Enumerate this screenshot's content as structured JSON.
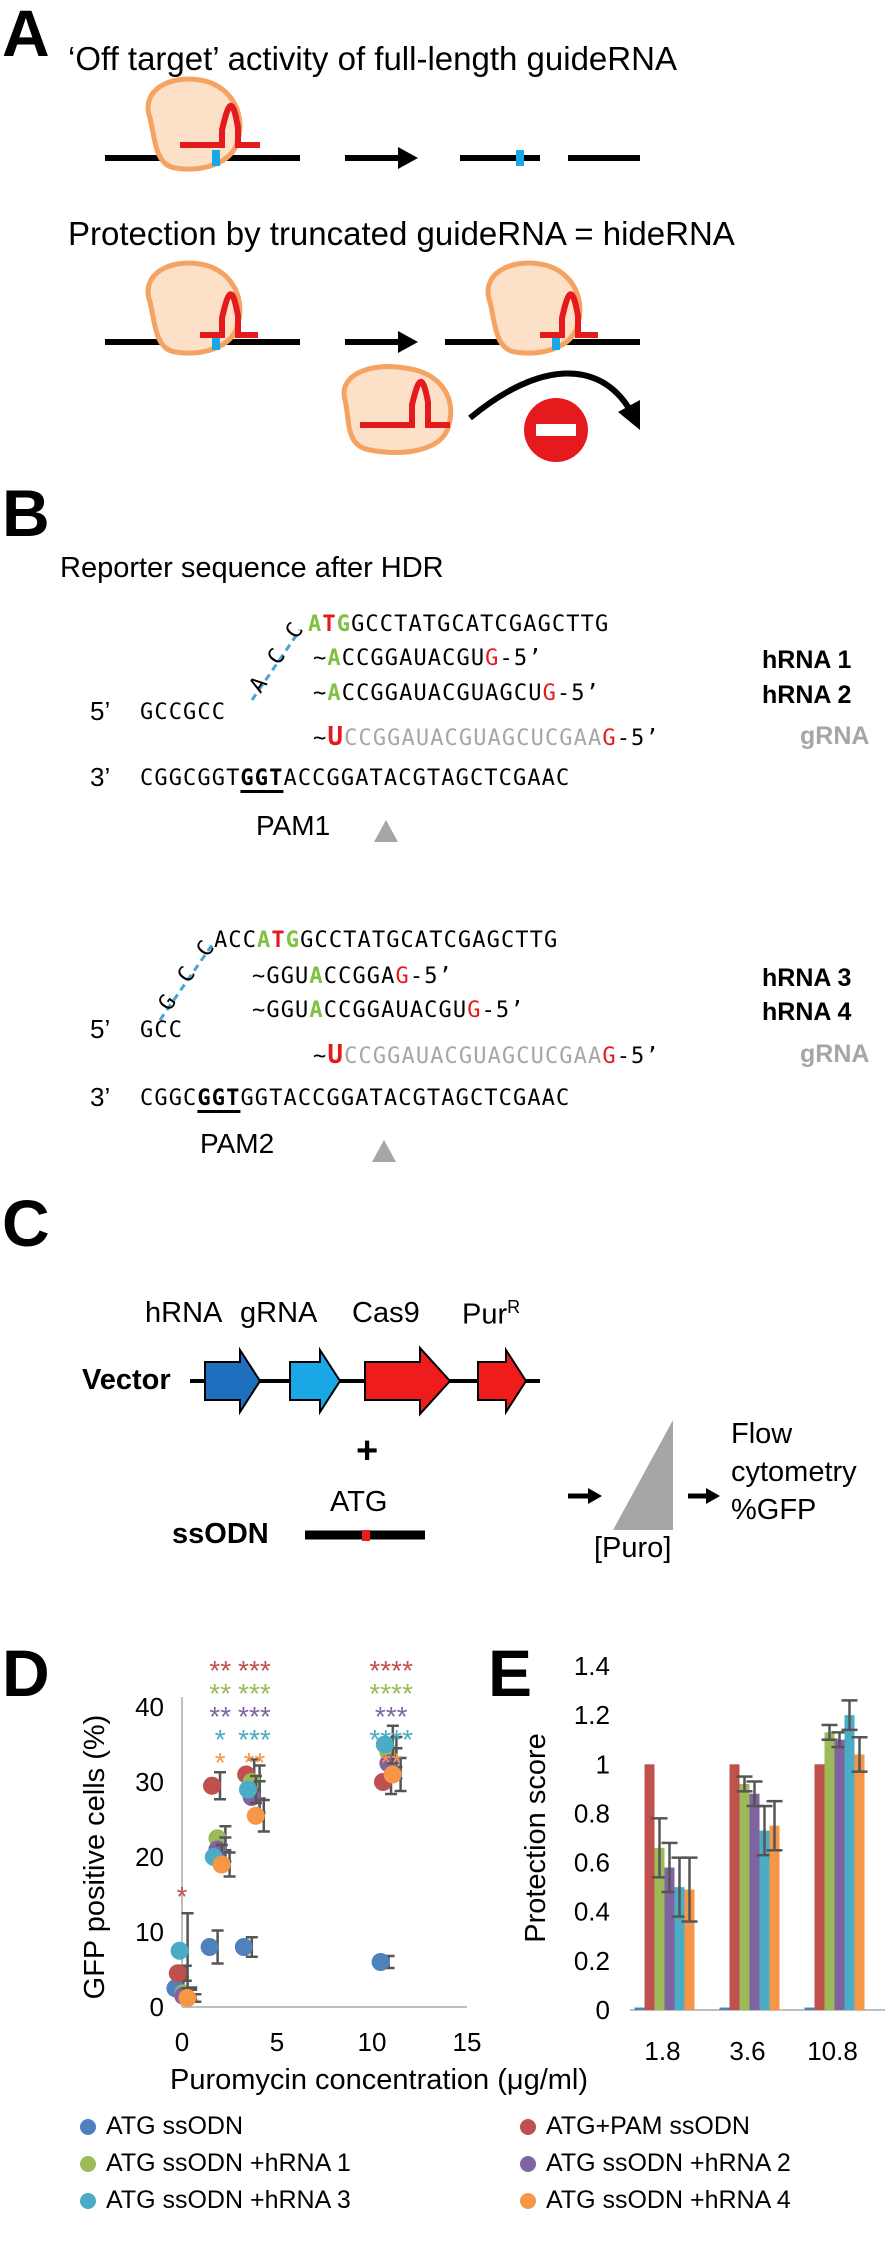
{
  "panel_a": {
    "label": "A",
    "title1": "‘Off target’ activity of full-length guideRNA",
    "title2": "Protection by truncated guideRNA = hideRNA"
  },
  "panel_b": {
    "label": "B",
    "title": "Reporter sequence after HDR",
    "block1": {
      "top_black_prefix": "",
      "top_atg_a": "A",
      "top_atg_t": "T",
      "top_atg_g": "G",
      "top_rest": "GCCTATGCATCGAGCTTG",
      "loop_letters": [
        "A",
        "C",
        "C"
      ],
      "five_prime": "5’",
      "five_seq": "GCCGCC",
      "h1_pre": "~",
      "h1_a": "A",
      "h1_mid": "CCGGAUACGU",
      "h1_g": "G",
      "h1_end": "-5’",
      "h1_label": "hRNA 1",
      "h2_pre": "~",
      "h2_a": "A",
      "h2_mid": "CCGGAUACGUAGCU",
      "h2_g": "G",
      "h2_end": "-5’",
      "h2_label": "hRNA 2",
      "g_pre": "~",
      "g_u": "U",
      "g_mid": "CCGGAUACGUAGCUCGAA",
      "g_g": "G",
      "g_end": "-5’",
      "g_label": "gRNA",
      "three_prime": "3’",
      "bottom_pre": "CGGCGGT",
      "bottom_pam": "GGT",
      "bottom_rest": "ACCGGATACGTAGCTCGAAC",
      "pam_label": "PAM1"
    },
    "block2": {
      "top_pre": "ACC",
      "top_atg_a": "A",
      "top_atg_t": "T",
      "top_atg_g": "G",
      "top_rest": "GCCTATGCATCGAGCTTG",
      "loop_letters": [
        "C",
        "C",
        "G"
      ],
      "five_prime": "5’",
      "five_seq": "GCC",
      "h3_pre": "~GGU",
      "h3_a": "A",
      "h3_mid": "CCGGA",
      "h3_g": "G",
      "h3_end": "-5’",
      "h3_label": "hRNA 3",
      "h4_pre": "~GGU",
      "h4_a": "A",
      "h4_mid": "CCGGAUACGU",
      "h4_g": "G",
      "h4_end": "-5’",
      "h4_label": "hRNA 4",
      "g_pre": "~",
      "g_u": "U",
      "g_mid": "CCGGAUACGUAGCUCGAA",
      "g_g": "G",
      "g_end": "-5’",
      "g_label": "gRNA",
      "three_prime": "3’",
      "bottom_pre": "CGGC",
      "bottom_pam": "GGT",
      "bottom_rest": "GGTACCGGATACGTAGCTCGAAC",
      "pam_label": "PAM2"
    }
  },
  "panel_c": {
    "label": "C",
    "vector": "Vector",
    "parts": [
      "hRNA",
      "gRNA",
      "Cas9",
      "Pur"
    ],
    "pur_sup": "R",
    "plus": "+",
    "atg": "ATG",
    "ssodn": "ssODN",
    "puro": "[Puro]",
    "flow1": "Flow",
    "flow2": "cytometry",
    "flow3": "%GFP",
    "colors": {
      "hrna": "#1f6fbf",
      "grna": "#1aa7e6",
      "cas9": "#ee1c1c",
      "pur": "#ee1c1c",
      "tri": "#a6a6a6"
    }
  },
  "panel_d": {
    "label": "D"
  },
  "panel_e": {
    "label": "E"
  },
  "chart_data": [
    {
      "type": "scatter",
      "panel": "D",
      "xlabel": "Puromycin concentration (μg/ml)",
      "ylabel": "GFP positive cells (%)",
      "xlim": [
        0,
        15
      ],
      "ylim": [
        0,
        40
      ],
      "xticks": [
        0,
        5,
        10,
        15
      ],
      "yticks": [
        0,
        10,
        20,
        30,
        40
      ],
      "series": [
        {
          "name": "ATG ssODN",
          "color": "#4f81bd",
          "x": [
            0,
            1.8,
            3.6,
            10.8
          ],
          "y": [
            2.5,
            8,
            8,
            6
          ],
          "err": [
            1,
            2.2,
            1.3,
            0.8
          ]
        },
        {
          "name": "ATG+PAM ssODN",
          "color": "#c0504d",
          "x": [
            0,
            1.8,
            3.6,
            10.8
          ],
          "y": [
            4.5,
            29.5,
            31,
            30
          ],
          "err": [
            1,
            1.8,
            2,
            1.6
          ]
        },
        {
          "name": "ATG ssODN +hRNA 1",
          "color": "#9bbb59",
          "x": [
            0,
            1.8,
            3.6,
            10.8
          ],
          "y": [
            1.8,
            22.5,
            30,
            34
          ],
          "err": [
            0.8,
            1.6,
            2.2,
            2
          ]
        },
        {
          "name": "ATG ssODN +hRNA 2",
          "color": "#8064a2",
          "x": [
            0,
            1.8,
            3.6,
            10.8
          ],
          "y": [
            1.5,
            21,
            28,
            32.5
          ],
          "err": [
            0.8,
            1.6,
            2.1,
            2
          ]
        },
        {
          "name": "ATG ssODN +hRNA 3",
          "color": "#4bacc6",
          "x": [
            0,
            1.8,
            3.6,
            10.8
          ],
          "y": [
            7.5,
            20,
            29,
            35
          ],
          "err": [
            5,
            1.6,
            1.8,
            2.5
          ]
        },
        {
          "name": "ATG ssODN +hRNA 4",
          "color": "#f79646",
          "x": [
            0,
            1.8,
            3.6,
            10.8
          ],
          "y": [
            1.2,
            19,
            25.5,
            31
          ],
          "err": [
            0.5,
            1.6,
            2.1,
            2.2
          ]
        }
      ],
      "significance": [
        {
          "x": 0,
          "marks": [
            {
              "text": "*",
              "color": "#c0504d"
            }
          ]
        },
        {
          "x": 1.8,
          "marks": [
            {
              "text": "**",
              "color": "#c0504d"
            },
            {
              "text": "**",
              "color": "#9bbb59"
            },
            {
              "text": "**",
              "color": "#8064a2"
            },
            {
              "text": "*",
              "color": "#4bacc6"
            },
            {
              "text": "*",
              "color": "#f79646"
            }
          ]
        },
        {
          "x": 3.6,
          "marks": [
            {
              "text": "***",
              "color": "#c0504d"
            },
            {
              "text": "***",
              "color": "#9bbb59"
            },
            {
              "text": "***",
              "color": "#8064a2"
            },
            {
              "text": "***",
              "color": "#4bacc6"
            },
            {
              "text": "**",
              "color": "#f79646"
            }
          ]
        },
        {
          "x": 10.8,
          "marks": [
            {
              "text": "****",
              "color": "#c0504d"
            },
            {
              "text": "****",
              "color": "#9bbb59"
            },
            {
              "text": "***",
              "color": "#8064a2"
            },
            {
              "text": "****",
              "color": "#4bacc6"
            },
            {
              "text": "**",
              "color": "#f79646"
            }
          ]
        }
      ]
    },
    {
      "type": "bar",
      "panel": "E",
      "xlabel": "Puromycin concentration (μg/ml)",
      "ylabel": "Protection score",
      "categories": [
        "1.8",
        "3.6",
        "10.8"
      ],
      "ylim": [
        0,
        1.4
      ],
      "yticks": [
        0,
        0.2,
        0.4,
        0.6,
        0.8,
        1,
        1.2,
        1.4
      ],
      "series": [
        {
          "name": "ATG ssODN",
          "color": "#4f81bd",
          "values": [
            0.01,
            0.01,
            0.01
          ],
          "err": [
            0,
            0,
            0
          ]
        },
        {
          "name": "ATG+PAM ssODN",
          "color": "#c0504d",
          "values": [
            1,
            1,
            1
          ],
          "err": [
            0,
            0,
            0
          ]
        },
        {
          "name": "ATG ssODN +hRNA 1",
          "color": "#9bbb59",
          "values": [
            0.66,
            0.92,
            1.13
          ],
          "err": [
            0.12,
            0.03,
            0.03
          ]
        },
        {
          "name": "ATG ssODN +hRNA 2",
          "color": "#8064a2",
          "values": [
            0.58,
            0.88,
            1.1
          ],
          "err": [
            0.1,
            0.05,
            0.03
          ]
        },
        {
          "name": "ATG ssODN +hRNA 3",
          "color": "#4bacc6",
          "values": [
            0.5,
            0.73,
            1.2
          ],
          "err": [
            0.12,
            0.1,
            0.06
          ]
        },
        {
          "name": "ATG ssODN +hRNA 4",
          "color": "#f79646",
          "values": [
            0.49,
            0.75,
            1.04
          ],
          "err": [
            0.13,
            0.1,
            0.07
          ]
        }
      ]
    }
  ],
  "legend": [
    {
      "label": "ATG ssODN",
      "color": "#4f81bd"
    },
    {
      "label": "ATG+PAM ssODN",
      "color": "#c0504d"
    },
    {
      "label": "ATG ssODN +hRNA 1",
      "color": "#9bbb59"
    },
    {
      "label": "ATG ssODN +hRNA 2",
      "color": "#8064a2"
    },
    {
      "label": "ATG ssODN +hRNA 3",
      "color": "#4bacc6"
    },
    {
      "label": "ATG ssODN +hRNA 4",
      "color": "#f79646"
    }
  ]
}
